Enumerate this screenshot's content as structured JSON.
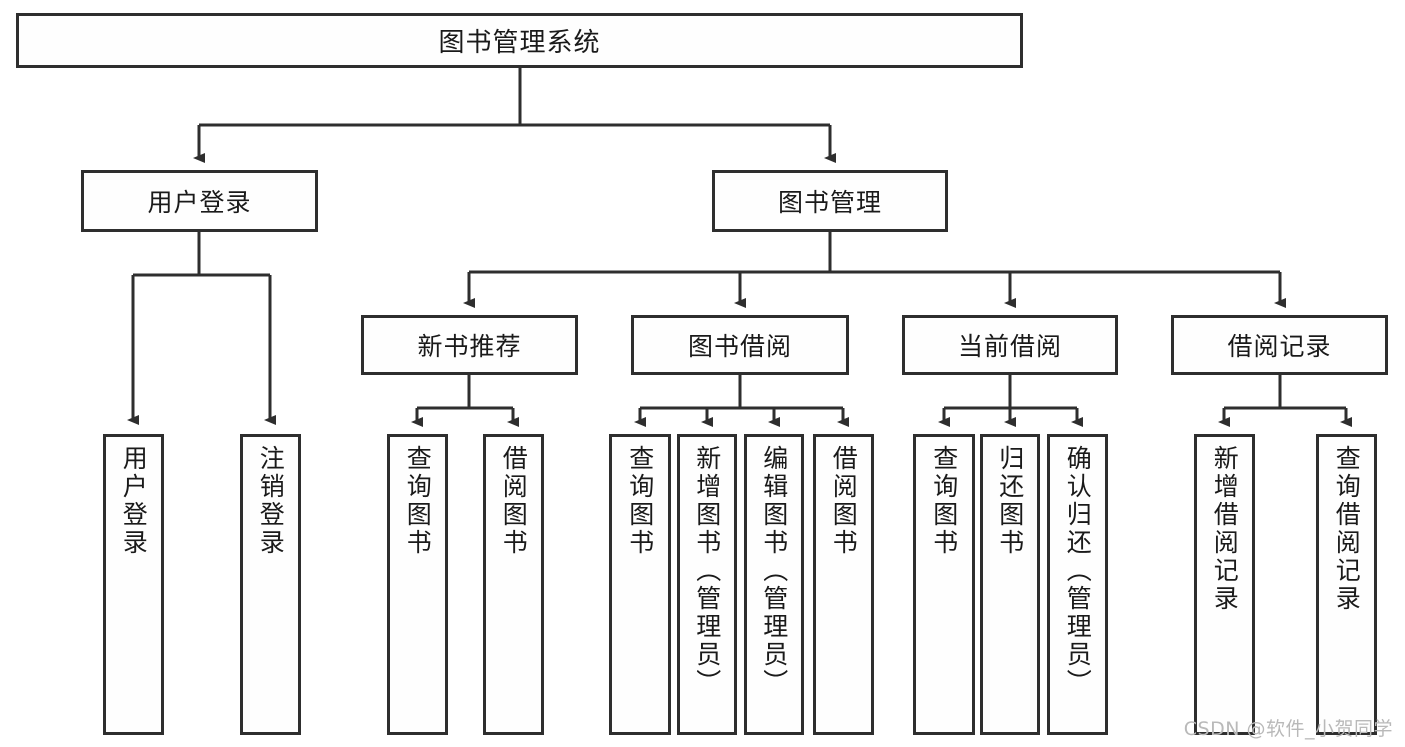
{
  "diagram": {
    "type": "tree-hierarchy-flowchart",
    "title": "图书管理系统",
    "watermark": "CSDN @软件_小贺同学",
    "colors": {
      "border": "#2e2e2e",
      "fill": "#fefefe",
      "background": "#ffffff",
      "watermark": "#b9b9b9"
    },
    "root": {
      "label": "图书管理系统"
    },
    "level2": [
      {
        "label": "用户登录"
      },
      {
        "label": "图书管理"
      }
    ],
    "level3": [
      {
        "label": "新书推荐"
      },
      {
        "label": "图书借阅"
      },
      {
        "label": "当前借阅"
      },
      {
        "label": "借阅记录"
      }
    ],
    "leaves": {
      "user_login": [
        {
          "label": "用户登录"
        },
        {
          "label": "注销登录"
        }
      ],
      "new_book": [
        {
          "label": "查询图书"
        },
        {
          "label": "借阅图书"
        }
      ],
      "borrow_book": [
        {
          "label": "查询图书"
        },
        {
          "label": "新增图书（管理员）"
        },
        {
          "label": "编辑图书（管理员）"
        },
        {
          "label": "借阅图书"
        }
      ],
      "current_borrow": [
        {
          "label": "查询图书"
        },
        {
          "label": "归还图书"
        },
        {
          "label": "确认归还（管理员）"
        }
      ],
      "borrow_record": [
        {
          "label": "新增借阅记录"
        },
        {
          "label": "查询借阅记录"
        }
      ]
    }
  }
}
